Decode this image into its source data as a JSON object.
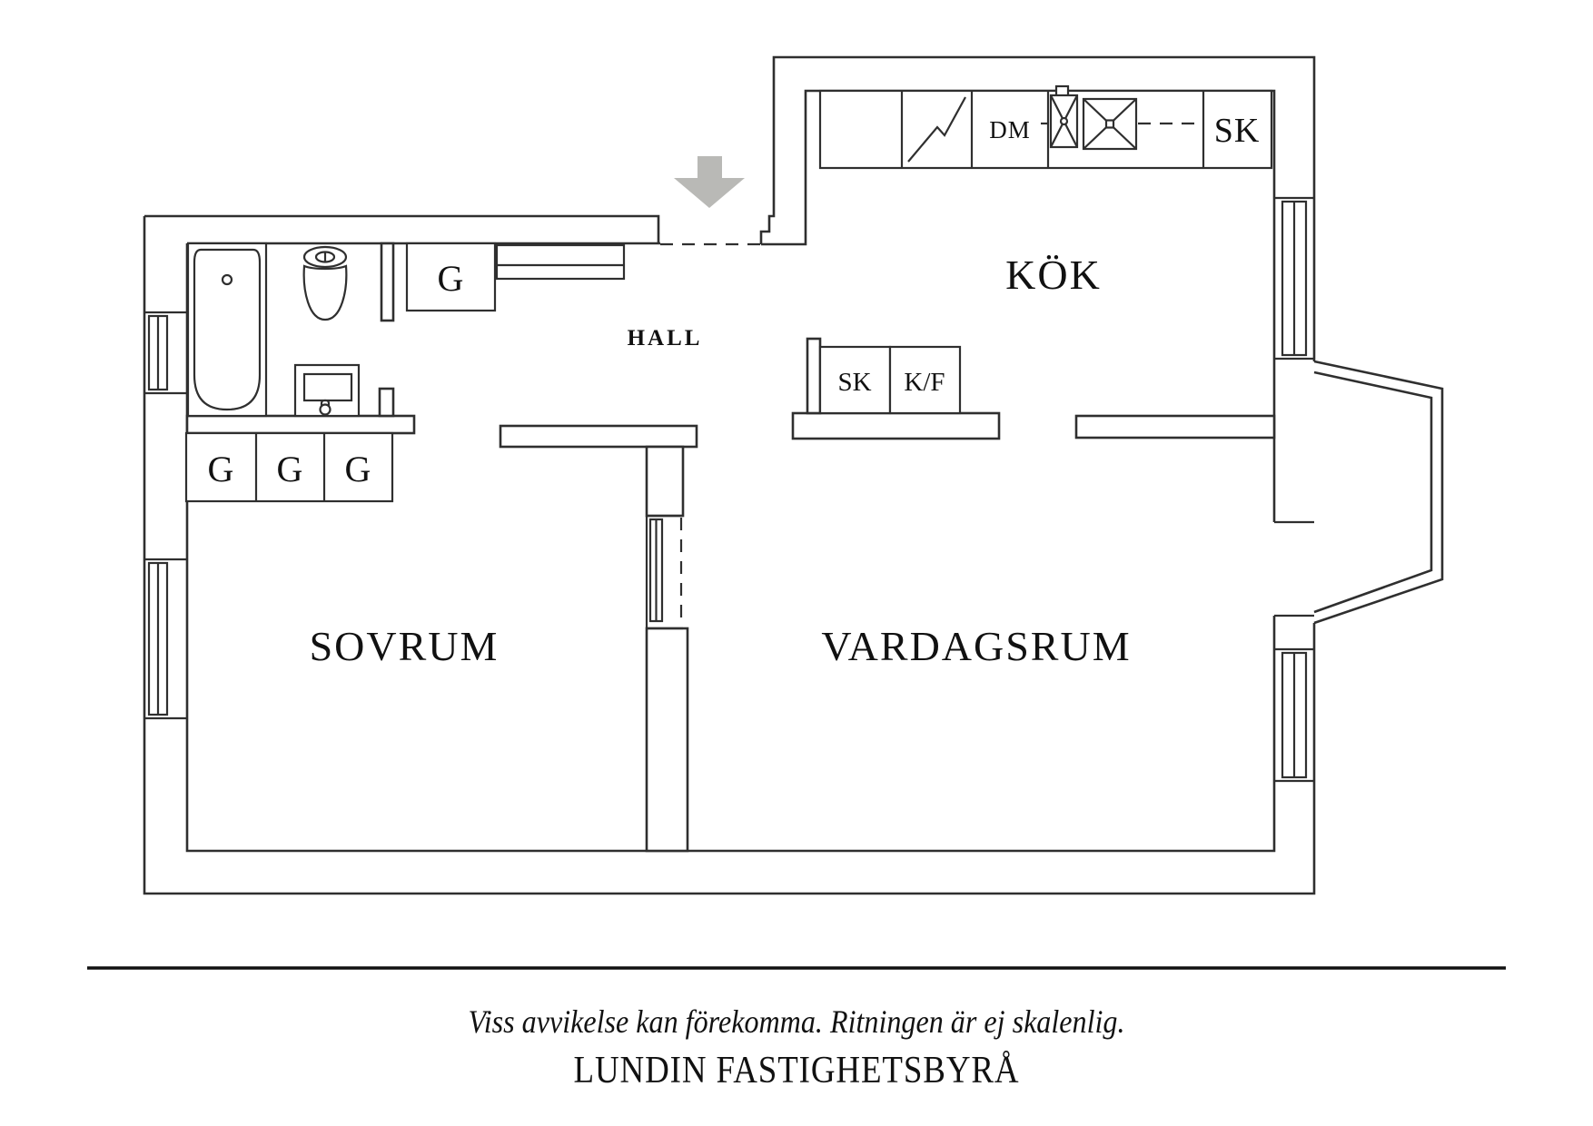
{
  "plan": {
    "rooms": {
      "kitchen": "KÖK",
      "hall": "HALL",
      "bedroom": "SOVRUM",
      "living_room": "VARDAGSRUM"
    },
    "kitchen_fixtures": {
      "dishwasher": "DM",
      "counter_cabinet": "SK",
      "tall_cabinet": "SK",
      "fridge_freezer": "K/F"
    },
    "wardrobes": {
      "hall_wardrobe": "G",
      "bedroom_wardrobe_1": "G",
      "bedroom_wardrobe_2": "G",
      "bedroom_wardrobe_3": "G"
    },
    "icons": {
      "entrance_arrow": "arrow-down"
    }
  },
  "footer": {
    "disclaimer": "Viss avvikelse kan förekomma. Ritningen är ej skalenlig.",
    "brand": "LUNDIN FASTIGHETSBYRÅ"
  },
  "colors": {
    "wall_line": "#2f2f2f",
    "arrow_fill": "#b9b9b6",
    "divider_line": "#111111",
    "text": "#111111",
    "background": "#ffffff"
  }
}
